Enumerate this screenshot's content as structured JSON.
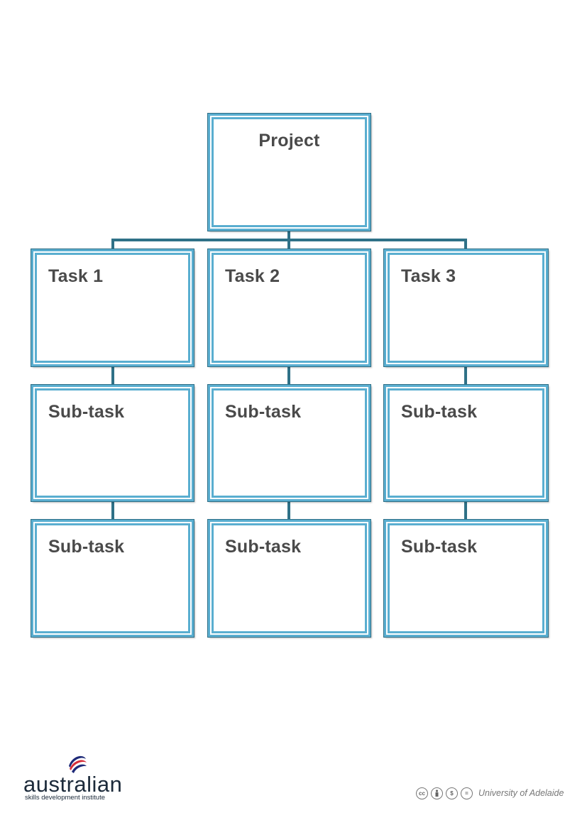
{
  "colors": {
    "box_border": "#5aaed0",
    "connector": "#2f7187",
    "label": "#4a4a4a"
  },
  "chart": {
    "root": {
      "label": "Project"
    },
    "columns": [
      {
        "task": "Task 1",
        "subtasks": [
          "Sub-task",
          "Sub-task"
        ]
      },
      {
        "task": "Task 2",
        "subtasks": [
          "Sub-task",
          "Sub-task"
        ]
      },
      {
        "task": "Task 3",
        "subtasks": [
          "Sub-task",
          "Sub-task"
        ]
      }
    ]
  },
  "footer": {
    "logo_word": "australian",
    "logo_tagline": "skills development institute",
    "license_icons": [
      "cc-icon",
      "by-icon",
      "nc-icon",
      "nd-icon"
    ],
    "credit": "University of Adelaide"
  }
}
